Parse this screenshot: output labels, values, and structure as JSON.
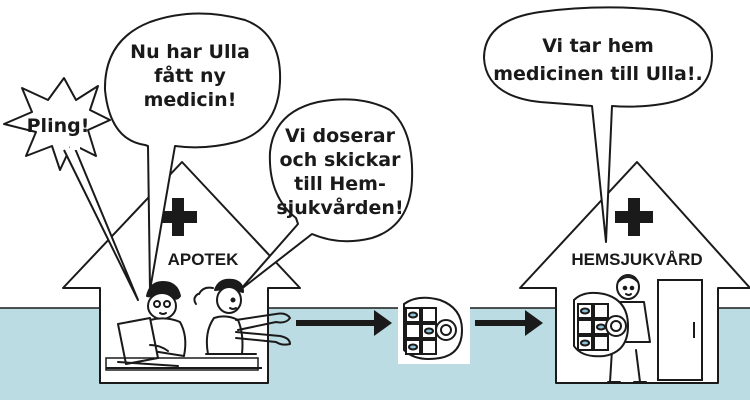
{
  "bubbles": {
    "pling": "Pling!",
    "ulla_line1": "Nu har Ulla",
    "ulla_line2": "fått ny",
    "ulla_line3": "medicin!",
    "dose_line1": "Vi doserar",
    "dose_line2": "och skickar",
    "dose_line3": "till Hem-",
    "dose_line4": "sjukvården!",
    "home_line1": "Vi tar hem",
    "home_line2": "medicinen till Ulla!."
  },
  "buildings": {
    "pharmacy_label": "APOTEK",
    "homecare_label": "HEMSJUKVÅRD"
  },
  "colors": {
    "ground": "#bcdce3",
    "ink": "#1a1a1a",
    "paper": "#ffffff",
    "pill_blue": "#8fc3d8"
  },
  "icons": {
    "cross": "medical-cross-icon",
    "arrow": "right-arrow-icon",
    "pack": "dose-pack-roll-icon"
  }
}
